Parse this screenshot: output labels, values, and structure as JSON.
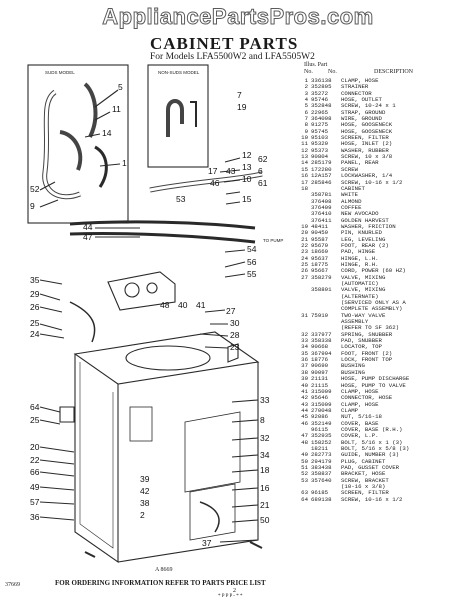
{
  "banner": "AppliancePartsPros.com",
  "title": "CABINET PARTS",
  "subtitle": "For Models LFA5500W2 and LFA5505W2",
  "diagram_labels": {
    "subs_model": "SUDS MODEL",
    "non_suds_model": "NON-SUDS MODEL",
    "to_pump": "TO PUMP"
  },
  "callouts": [
    "5",
    "11",
    "14",
    "1",
    "52",
    "9",
    "7",
    "19",
    "12",
    "13",
    "10",
    "62",
    "6",
    "17",
    "46",
    "43",
    "61",
    "15",
    "53",
    "44",
    "47",
    "54",
    "56",
    "55",
    "35",
    "29",
    "26",
    "25",
    "24",
    "27",
    "30",
    "28",
    "23",
    "64",
    "25",
    "33",
    "8",
    "32",
    "34",
    "20",
    "22",
    "66",
    "49",
    "57",
    "36",
    "18",
    "16",
    "21",
    "50",
    "48",
    "40",
    "41",
    "39",
    "42",
    "38",
    "2",
    "37"
  ],
  "list_header": {
    "illus_part": "Illus. Part",
    "no": "No.",
    "part_no": "No.",
    "description": "DESCRIPTION"
  },
  "parts": [
    {
      "ref": "1",
      "part": "336138",
      "desc": "CLAMP, HOSE"
    },
    {
      "ref": "2",
      "part": "352805",
      "desc": "STRAINER"
    },
    {
      "ref": "3",
      "part": "35272",
      "desc": "CONNECTOR"
    },
    {
      "ref": "4",
      "part": "95746",
      "desc": "HOSE, OUTLET"
    },
    {
      "ref": "5",
      "part": "352848",
      "desc": "SCREW, 10-24 x 1"
    },
    {
      "ref": "6",
      "part": "22965",
      "desc": "STRAP, GROUND"
    },
    {
      "ref": "7",
      "part": "364098",
      "desc": "WIRE, GROUND"
    },
    {
      "ref": "8",
      "part": "91275",
      "desc": "HOSE, GOOSENECK"
    },
    {
      "ref": "9",
      "part": "95745",
      "desc": "HOSE, GOOSENECK"
    },
    {
      "ref": "10",
      "part": "95103",
      "desc": "SCREEN, FILTER"
    },
    {
      "ref": "11",
      "part": "95329",
      "desc": "HOSE, INLET (2)"
    },
    {
      "ref": "12",
      "part": "95373",
      "desc": "WASHER, RUBBER"
    },
    {
      "ref": "13",
      "part": "90804",
      "desc": "SCREW, 10 x 3/8"
    },
    {
      "ref": "14",
      "part": "285179",
      "desc": "PANEL, REAR"
    },
    {
      "ref": "15",
      "part": "172280",
      "desc": "SCREW"
    },
    {
      "ref": "16",
      "part": "12A157",
      "desc": "LOCKWASHER, 1/4"
    },
    {
      "ref": "17",
      "part": "285846",
      "desc": "SCREW, 10-16 x 1/2"
    },
    {
      "ref": "18",
      "part": "",
      "desc": "CABINET"
    },
    {
      "ref": "",
      "part": "358781",
      "desc": "WHITE"
    },
    {
      "ref": "",
      "part": "376408",
      "desc": "ALMOND"
    },
    {
      "ref": "",
      "part": "376409",
      "desc": "COFFEE"
    },
    {
      "ref": "",
      "part": "376410",
      "desc": "NEW AVOCADO"
    },
    {
      "ref": "",
      "part": "376411",
      "desc": "GOLDEN HARVEST"
    },
    {
      "ref": "19",
      "part": "48411",
      "desc": "WASHER, FRICTION"
    },
    {
      "ref": "20",
      "part": "90459",
      "desc": "PIN, KNURLED"
    },
    {
      "ref": "21",
      "part": "95587",
      "desc": "LEG, LEVELING"
    },
    {
      "ref": "22",
      "part": "95679",
      "desc": "FOOT, REAR (2)"
    },
    {
      "ref": "23",
      "part": "18669",
      "desc": "PAD, HINGE"
    },
    {
      "ref": "24",
      "part": "95637",
      "desc": "HINGE, L.H."
    },
    {
      "ref": "25",
      "part": "18775",
      "desc": "HINGE, R.H."
    },
    {
      "ref": "26",
      "part": "95667",
      "desc": "CORD, POWER (60 HZ)"
    },
    {
      "ref": "27",
      "part": "358279",
      "desc": "VALVE, MIXING"
    },
    {
      "ref": "",
      "part": "",
      "desc": "(AUTOMATIC)"
    },
    {
      "ref": "",
      "part": "358891",
      "desc": "VALVE, MIXING"
    },
    {
      "ref": "",
      "part": "",
      "desc": "(ALTERNATE)"
    },
    {
      "ref": "",
      "part": "",
      "desc": "(SERVICED ONLY AS A"
    },
    {
      "ref": "",
      "part": "",
      "desc": "COMPLETE ASSEMBLY)"
    },
    {
      "ref": "31",
      "part": "75919",
      "desc": "TWO-WAY VALVE"
    },
    {
      "ref": "",
      "part": "",
      "desc": "ASSEMBLY"
    },
    {
      "ref": "",
      "part": "",
      "desc": "(REFER TO SF 362)"
    },
    {
      "ref": "32",
      "part": "337977",
      "desc": "SPRING, SNUBBER"
    },
    {
      "ref": "33",
      "part": "358338",
      "desc": "PAD, SNUBBER"
    },
    {
      "ref": "34",
      "part": "90668",
      "desc": "LOCATOR, TOP"
    },
    {
      "ref": "35",
      "part": "367994",
      "desc": "FOOT, FRONT (2)"
    },
    {
      "ref": "36",
      "part": "18776",
      "desc": "LOCK, FRONT TOP"
    },
    {
      "ref": "37",
      "part": "90690",
      "desc": "BUSHING"
    },
    {
      "ref": "38",
      "part": "90097",
      "desc": "BUSHING"
    },
    {
      "ref": "39",
      "part": "21131",
      "desc": "HOSE, PUMP DISCHARGE"
    },
    {
      "ref": "40",
      "part": "21115",
      "desc": "HOSE, PUMP TO VALVE"
    },
    {
      "ref": "41",
      "part": "315009",
      "desc": "CLAMP, HOSE"
    },
    {
      "ref": "42",
      "part": "95646",
      "desc": "CONNECTOR, HOSE"
    },
    {
      "ref": "43",
      "part": "315009",
      "desc": "CLAMP, HOSE"
    },
    {
      "ref": "44",
      "part": "270048",
      "desc": "CLAMP"
    },
    {
      "ref": "45",
      "part": "92086",
      "desc": "NUT, 5/16-18"
    },
    {
      "ref": "46",
      "part": "352149",
      "desc": "COVER, BASE"
    },
    {
      "ref": "",
      "part": "96115",
      "desc": "COVER, BASE (R.H.)"
    },
    {
      "ref": "47",
      "part": "352935",
      "desc": "COVER, L.P."
    },
    {
      "ref": "48",
      "part": "158252",
      "desc": "BOLT, 5/16 x 1 (3)"
    },
    {
      "ref": "",
      "part": "18211",
      "desc": "BOLT, 5/16 x 5/8 (3)"
    },
    {
      "ref": "49",
      "part": "282773",
      "desc": "GUIDE, NUMBER (3)"
    },
    {
      "ref": "50",
      "part": "294179",
      "desc": "PLUG, CABINET"
    },
    {
      "ref": "51",
      "part": "383438",
      "desc": "PAD, GUSSET COVER"
    },
    {
      "ref": "52",
      "part": "358837",
      "desc": "BRACKET, HOSE"
    },
    {
      "ref": "53",
      "part": "357640",
      "desc": "SCREW, BRACKET"
    },
    {
      "ref": "",
      "part": "",
      "desc": "(10-16 x 3/8)"
    },
    {
      "ref": "63",
      "part": "96185",
      "desc": "SCREEN, FILTER"
    },
    {
      "ref": "64",
      "part": "689138",
      "desc": "SCREW, 10-16 x 1/2"
    }
  ],
  "plate_number": "A 8669",
  "footer": "FOR ORDERING INFORMATION REFER TO PARTS PRICE LIST",
  "corner_code": "37669",
  "page_number": "2",
  "bottom_mark": "* P P P - * *"
}
